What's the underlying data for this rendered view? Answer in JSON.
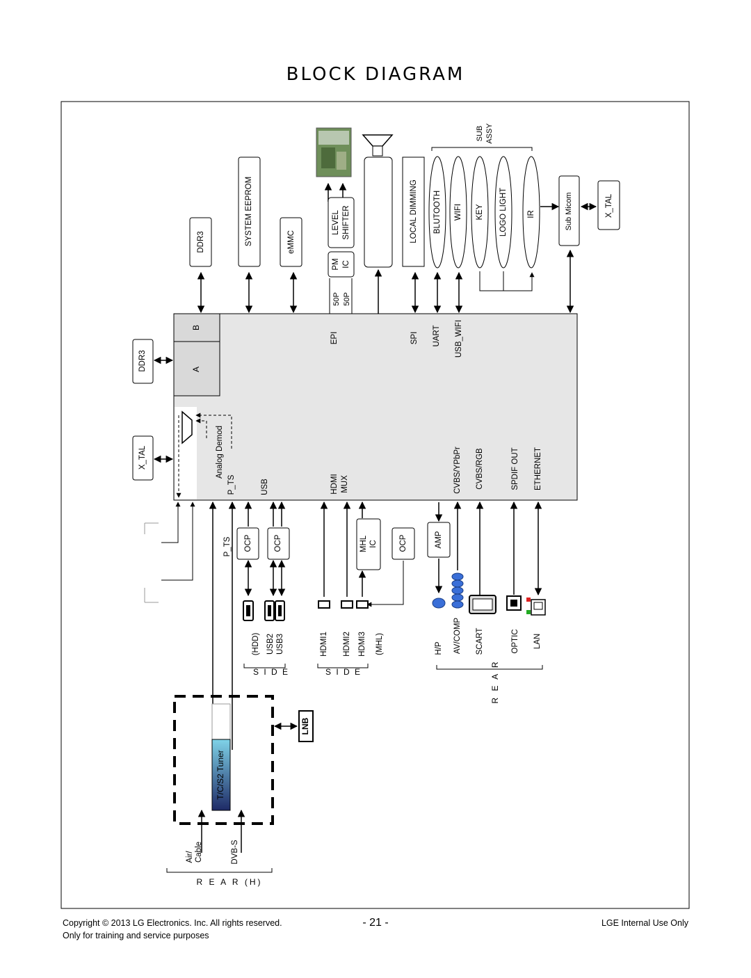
{
  "title": "BLOCK DIAGRAM",
  "footer": {
    "copyright": "Copyright  © 2013  LG Electronics. Inc. All rights reserved.",
    "training": "Only for training and service purposes",
    "page": "- 21 -",
    "internal": "LGE Internal Use Only"
  },
  "top_blocks": {
    "ddr3": "DDR3",
    "system_eeprom": "SYSTEM EEPROM",
    "emmc": "eMMC",
    "level_shifter": [
      "LEVEL",
      "SHIFTER"
    ],
    "pm_ic": [
      "PM",
      "IC"
    ],
    "local_dimming": "LOCAL  DIMMING",
    "bluetooth": "BLUTOOTH",
    "wifi": "WIFI",
    "key": "KEY",
    "logo_light": "LOGO LIGHT",
    "ir": "IR",
    "sub_assy": [
      "SUB",
      "ASSY"
    ],
    "sub_micom": "Sub Micom",
    "x_tal_right": "X_TAL"
  },
  "left_blocks": {
    "ddr3": "DDR3",
    "x_tal": "X_TAL"
  },
  "soc": {
    "a": "A",
    "b": "B",
    "analog_demod": "Analog Demod",
    "p_ts": "P_TS",
    "usb": "USB",
    "hdmi_mux": [
      "HDMI",
      "MUX"
    ],
    "epi": "EPI",
    "epi_pins": [
      "50P",
      "50P"
    ],
    "spi": "SPI",
    "uart": "UART",
    "usb_wifi": "USB_WIFI",
    "cvbs_ypbpr": "CVBS/YPbPr",
    "cvbs_rgb": "CVBS/RGB",
    "spdif_out": "SPDIF OUT",
    "ethernet": "ETHERNET"
  },
  "bottom_blocks": {
    "p_ts": "P_TS",
    "ocp": "OCP",
    "mhl_ic": [
      "MHL",
      "IC"
    ],
    "amp": "AMP"
  },
  "connectors": {
    "hdd": "(HDD)",
    "usb2": "USB2",
    "usb3": "USB3",
    "hdmi1": "HDMI1",
    "hdmi2": "HDMI2",
    "hdmi3": "HDMI3",
    "mhl": "(MHL)",
    "hp": "H/P",
    "av_comp": "AV/COMP",
    "scart": "SCART",
    "optic": "OPTIC",
    "lan": "LAN"
  },
  "groups": {
    "side_1": "S I D E",
    "side_2": "S I D E",
    "rear": "R E A R",
    "rear_h": "R E A R (H)"
  },
  "tuner": {
    "label": "T/C/S2  Tuner",
    "lnb": "LNB",
    "air_cable": [
      "Air/",
      "Cable"
    ],
    "dvb_s": "DVB-S"
  },
  "colors": {
    "soc_fill": "#e6e6e6",
    "tuner_gradient_top": "#7fd3e8",
    "tuner_gradient_bottom": "#1e2a66",
    "av_comp_blue": "#3a6fd8"
  }
}
